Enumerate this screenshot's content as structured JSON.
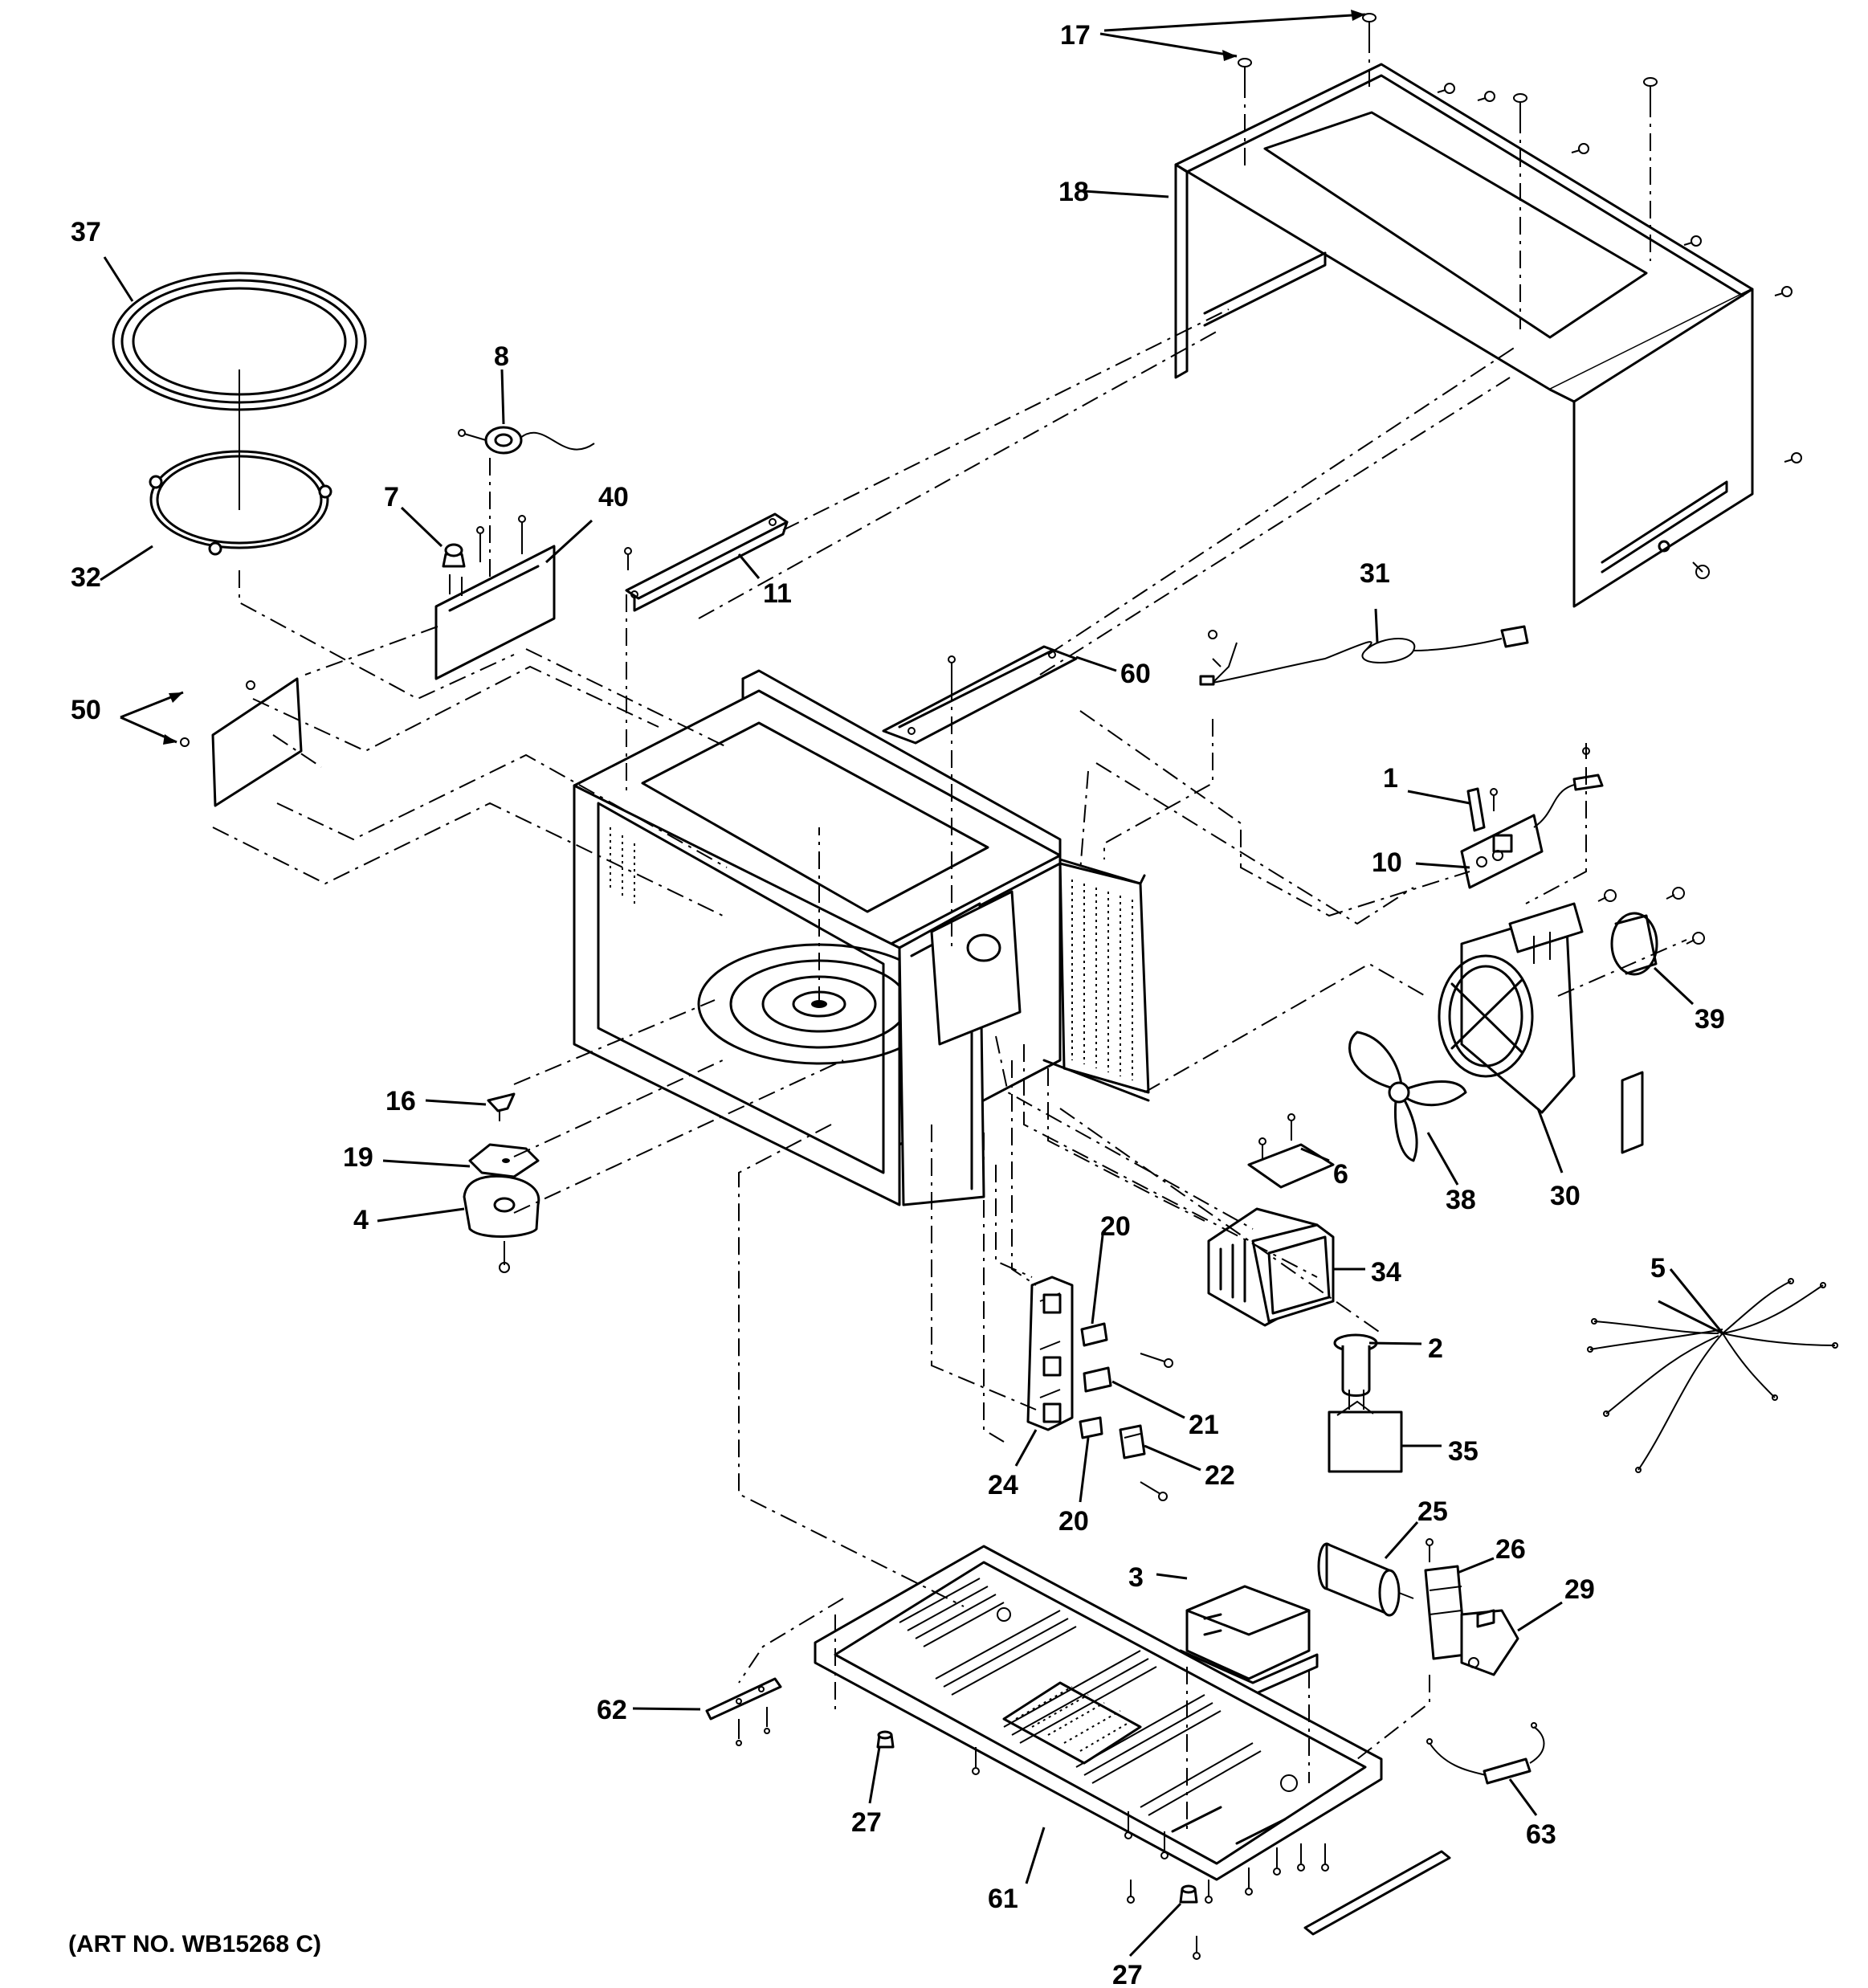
{
  "labels": {
    "l1": "1",
    "l2": "2",
    "l3": "3",
    "l4": "4",
    "l5": "5",
    "l6": "6",
    "l7": "7",
    "l8": "8",
    "l10": "10",
    "l11": "11",
    "l16": "16",
    "l17": "17",
    "l18": "18",
    "l19": "19",
    "l20a": "20",
    "l20b": "20",
    "l21": "21",
    "l22": "22",
    "l24": "24",
    "l25": "25",
    "l26": "26",
    "l27a": "27",
    "l27b": "27",
    "l29": "29",
    "l30": "30",
    "l31": "31",
    "l32": "32",
    "l34": "34",
    "l35": "35",
    "l37": "37",
    "l38": "38",
    "l39": "39",
    "l40": "40",
    "l50": "50",
    "l60": "60",
    "l61": "61",
    "l62": "62",
    "l63": "63"
  },
  "art_number": "(ART NO. WB15268 C)"
}
